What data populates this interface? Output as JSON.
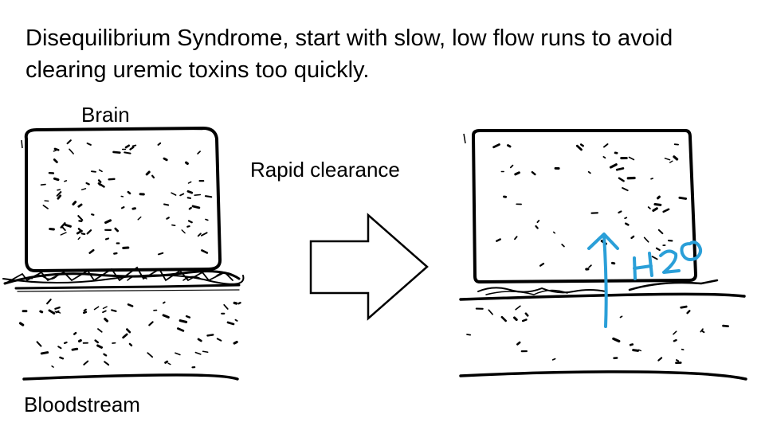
{
  "slide": {
    "title": "Disequilibrium Syndrome, start with slow, low flow runs to avoid clearing uremic toxins too quickly."
  },
  "labels": {
    "brain": "Brain",
    "rapid_clearance": "Rapid clearance",
    "bloodstream": "Bloodstream"
  },
  "annotations": {
    "handwritten_water": "H2O"
  },
  "colors": {
    "ink": "#000000",
    "water_annotation": "#2a9fd8"
  }
}
